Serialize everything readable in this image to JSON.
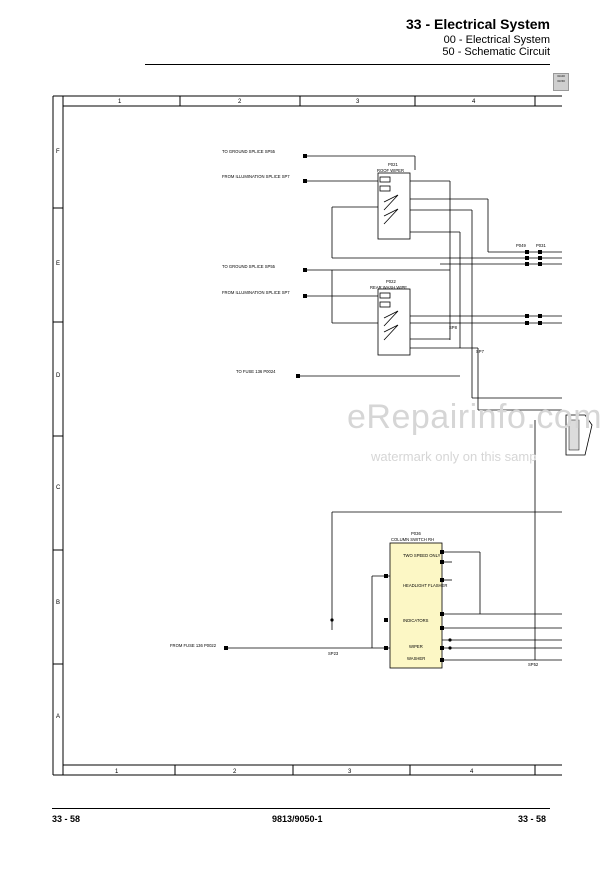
{
  "header": {
    "title": "33 - Electrical System",
    "subtitle1": "00 - Electrical System",
    "subtitle2": "50 - Schematic Circuit",
    "thumb_top": "33-00",
    "thumb_bottom": "33-50"
  },
  "grid": {
    "cols_top": [
      "1",
      "2",
      "3",
      "4"
    ],
    "cols_bottom": [
      "1",
      "2",
      "3",
      "4"
    ],
    "rows": [
      "F",
      "E",
      "D",
      "C",
      "B",
      "A"
    ]
  },
  "components": {
    "roof_wiper": {
      "id": "P021",
      "name": "ROOF WIPER"
    },
    "rear_wash": {
      "id": "P022",
      "name": "REAR WASH WIPE"
    },
    "column_switch": {
      "id": "P036",
      "name": "COLUMN SWITCH RH",
      "labels": [
        "TWO SPEED ONLY",
        "HEADLIGHT FLASHER",
        "INDICATORS",
        "WIPER",
        "WASHER"
      ]
    },
    "connector_a": "P049",
    "connector_b": "P031"
  },
  "refs": {
    "ground_1": "TO GROUND SPLICE SP55",
    "illum_1": "FROM ILLUMINATION SPLICE SP7",
    "ground_2": "TO GROUND SPLICE SP55",
    "illum_2": "FROM ILLUMINATION SPLICE SP7",
    "fuse_1": "TO FUSE 136 P0024",
    "fuse_2": "FROM FUSE 136 P0022"
  },
  "splices": {
    "sp8": "SP8",
    "sp7": "SP7",
    "sp23": "SP23",
    "sp52": "SP52"
  },
  "watermark": {
    "main": "eRepairinfo.com",
    "sub": "watermark only on this samp"
  },
  "footer": {
    "left": "33 - 58",
    "center": "9813/9050-1",
    "right": "33 - 58"
  }
}
